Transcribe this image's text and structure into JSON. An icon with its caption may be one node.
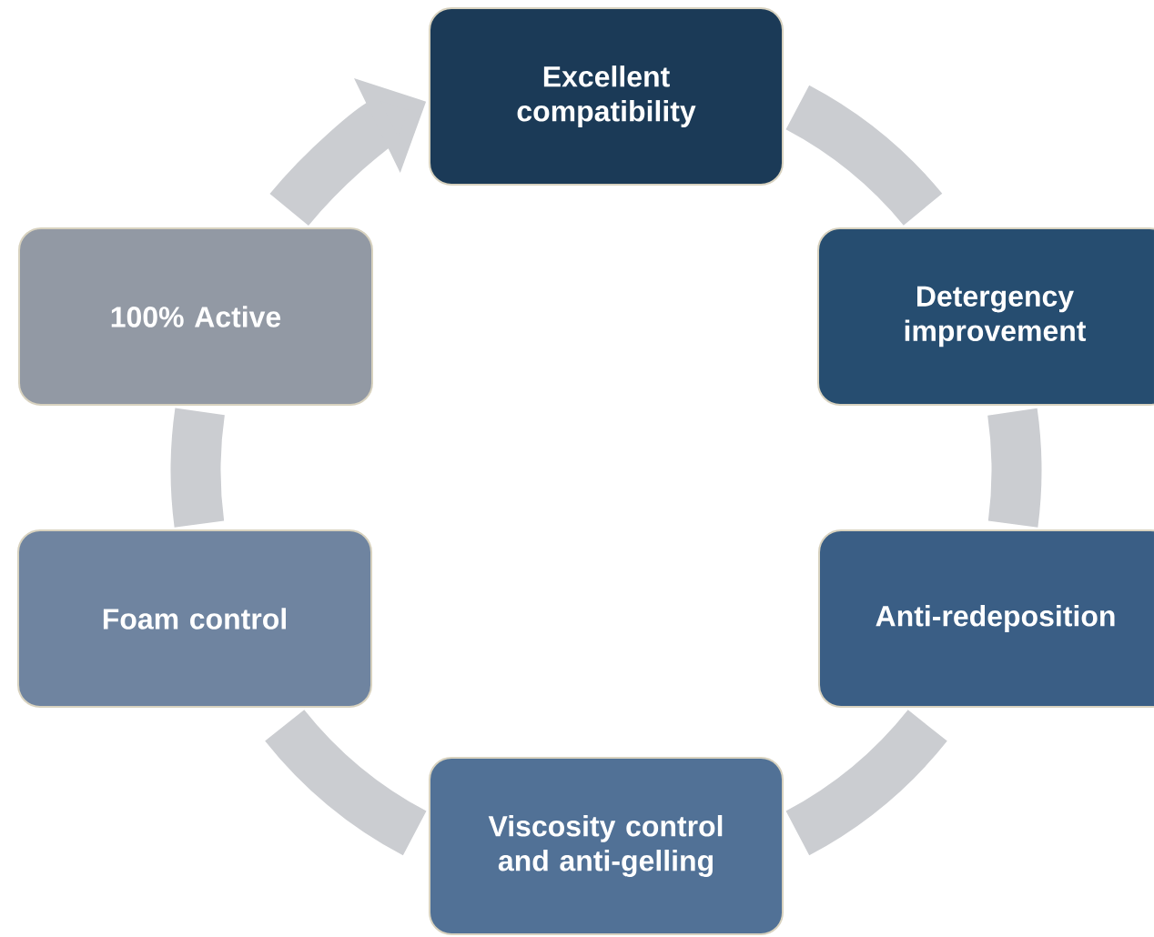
{
  "diagram": {
    "nodes": [
      {
        "text": [
          "Excellent compatibility"
        ]
      },
      {
        "text": [
          "Detergency improvement"
        ]
      },
      {
        "text": [
          "Anti-redeposition"
        ]
      },
      {
        "text": [
          "Viscosity control and anti-gelling"
        ]
      },
      {
        "text": [
          "Foam control"
        ]
      },
      {
        "text": [
          "100% Active"
        ]
      }
    ],
    "edges": [
      {
        "from": 0,
        "to": 1,
        "arrow": "none"
      },
      {
        "from": 1,
        "to": 2,
        "arrow": "none"
      },
      {
        "from": 2,
        "to": 3,
        "arrow": "none"
      },
      {
        "from": 3,
        "to": 4,
        "arrow": "none"
      },
      {
        "from": 4,
        "to": 5,
        "arrow": "none"
      },
      {
        "from": 5,
        "to": 0,
        "arrow": "to"
      }
    ]
  }
}
